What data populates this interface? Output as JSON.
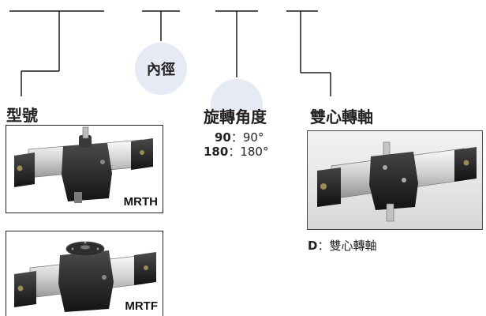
{
  "circle_inner_diameter": "內徑",
  "model": {
    "heading": "型號",
    "items": [
      {
        "label": "MRTH"
      },
      {
        "label": "MRTF"
      }
    ]
  },
  "rotation_angle": {
    "heading": "旋轉角度",
    "options": [
      {
        "code": "90",
        "sep": "：",
        "value": "90°"
      },
      {
        "code": "180",
        "sep": "：",
        "value": "180°"
      }
    ]
  },
  "dual_shaft": {
    "heading": "雙心轉軸",
    "caption_code": "D",
    "caption_sep": "：",
    "caption_text": "雙心轉軸"
  },
  "colors": {
    "line": "#1a1a1a",
    "circle": "#e6eaf4",
    "text": "#222222"
  }
}
